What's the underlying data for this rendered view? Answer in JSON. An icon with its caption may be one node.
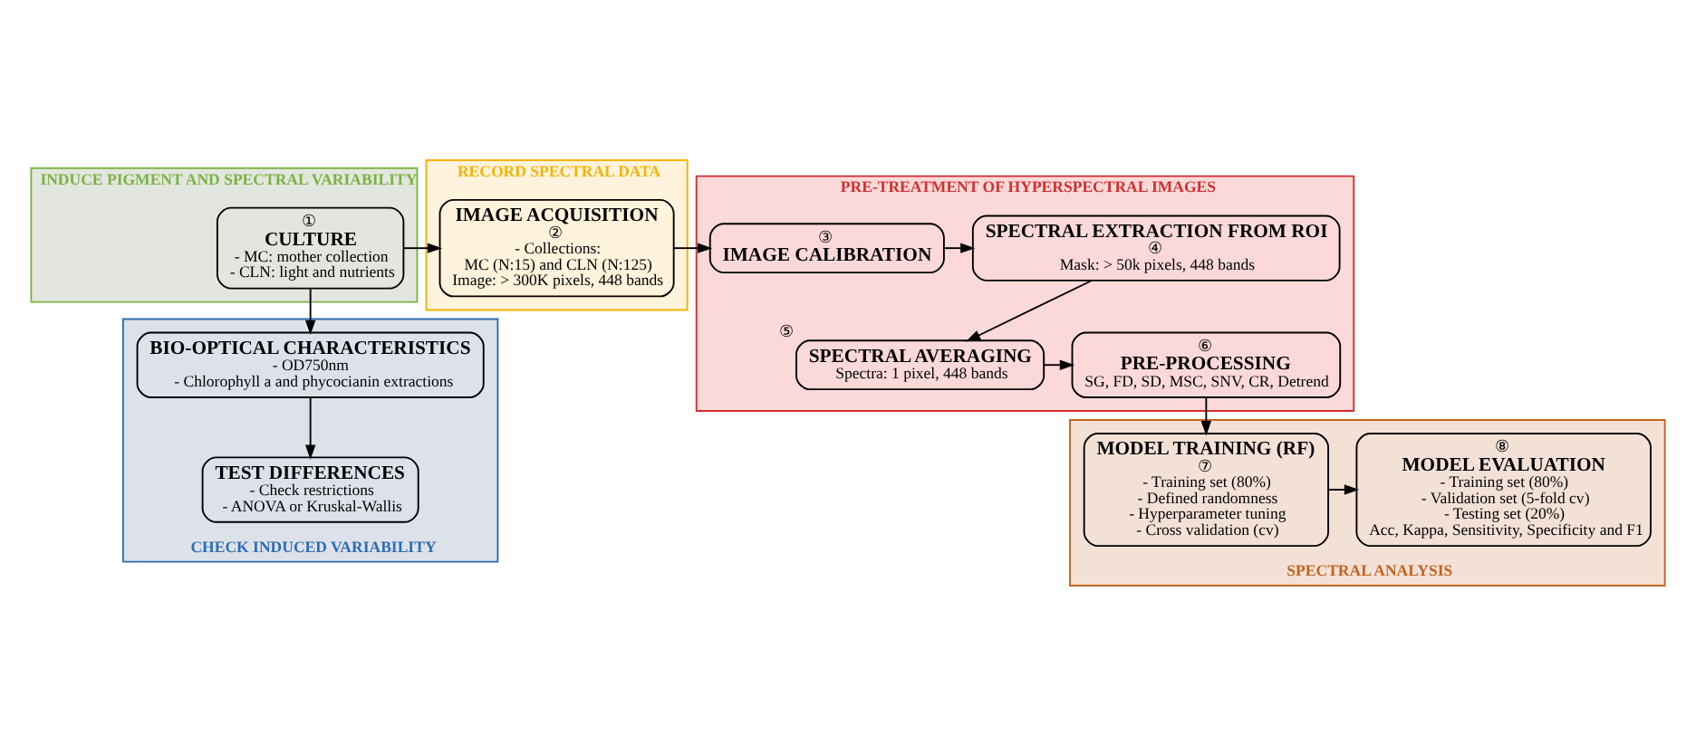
{
  "diagram": {
    "nodes": [
      {
        "text": [
          "INDUCE PIGMENT AND SPECTRAL VARIABILITY"
        ]
      },
      {
        "text": [
          "①",
          "CULTURE",
          "- MC: mother collection",
          "- CLN: light and nutrients"
        ],
        "in": 0
      },
      {
        "text": [
          "RECORD SPECTRAL DATA"
        ]
      },
      {
        "text": [
          "IMAGE ACQUISITION",
          "②",
          "- Collections:",
          "MC (N:15) and CLN (N:125)",
          "Image: > 300K pixels, 448 bands"
        ],
        "in": 2
      },
      {
        "text": [
          "PRE-TREATMENT OF HYPERSPECTRAL IMAGES"
        ]
      },
      {
        "text": [
          "③",
          "IMAGE CALIBRATION"
        ],
        "in": 4
      },
      {
        "text": [
          "SPECTRAL EXTRACTION FROM ROI",
          "④",
          "Mask: > 50k pixels, 448 bands"
        ],
        "in": 4
      },
      {
        "text": [
          "SPECTRAL AVERAGING",
          "Spectra: 1 pixel, 448 bands"
        ],
        "beside": [
          "⑤"
        ],
        "in": 4
      },
      {
        "text": [
          "⑥",
          "PRE-PROCESSING",
          "SG, FD, SD, MSC, SNV, CR, Detrend"
        ],
        "in": 4
      },
      {
        "text": [
          "CHECK INDUCED VARIABILITY"
        ]
      },
      {
        "text": [
          "BIO-OPTICAL CHARACTERISTICS",
          "- OD750nm",
          "- Chlorophyll a and phycocianin extractions"
        ],
        "in": 9
      },
      {
        "text": [
          "TEST DIFFERENCES",
          "- Check restrictions",
          "- ANOVA or Kruskal-Wallis"
        ],
        "in": 9
      },
      {
        "text": [
          "SPECTRAL ANALYSIS"
        ]
      },
      {
        "text": [
          "MODEL TRAINING (RF)",
          "⑦",
          "- Training set (80%)",
          "- Defined randomness",
          "- Hyperparameter tuning",
          "- Cross validation (cv)"
        ],
        "in": 12
      },
      {
        "text": [
          "⑧",
          "MODEL EVALUATION",
          "- Training set (80%)",
          "- Validation set (5-fold cv)",
          "- Testing set (20%)",
          "Acc, Kappa, Sensitivity, Specificity and F1"
        ],
        "in": 12
      }
    ],
    "edges": [
      {
        "from": 1,
        "to": 3,
        "arrow": "to"
      },
      {
        "from": 3,
        "to": 5,
        "arrow": "to"
      },
      {
        "from": 5,
        "to": 6,
        "arrow": "to"
      },
      {
        "from": 6,
        "to": 7,
        "arrow": "to"
      },
      {
        "from": 7,
        "to": 8,
        "arrow": "to"
      },
      {
        "from": 8,
        "to": 13,
        "arrow": "to"
      },
      {
        "from": 13,
        "to": 14,
        "arrow": "to"
      },
      {
        "from": 1,
        "to": 10,
        "arrow": "to"
      },
      {
        "from": 10,
        "to": 11,
        "arrow": "to"
      }
    ]
  }
}
